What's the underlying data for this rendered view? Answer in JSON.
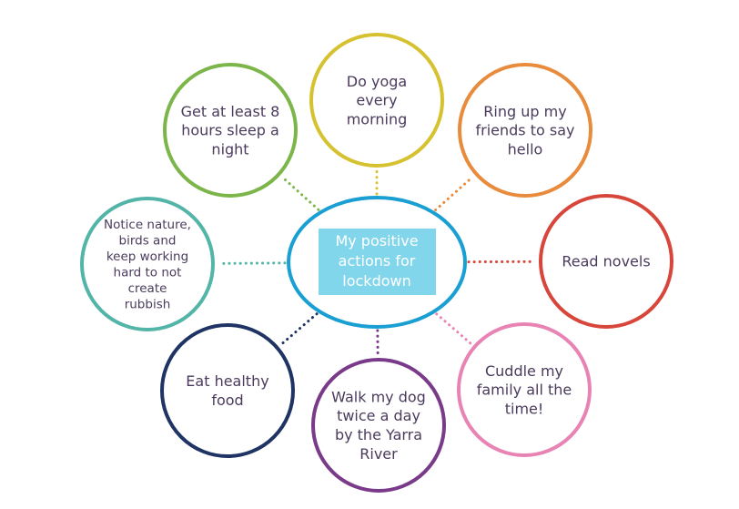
{
  "center": {
    "lines": [
      "My positive",
      "actions for",
      "lockdown"
    ],
    "ring_color": "#1a9fd3",
    "box_color": "#82d6ec",
    "text_color": "#ffffff"
  },
  "nodes": [
    {
      "id": "yoga",
      "lines": [
        "Do yoga",
        "every",
        "morning"
      ],
      "color": "#d6c230"
    },
    {
      "id": "ring-friends",
      "lines": [
        "Ring up my",
        "friends to say",
        "hello"
      ],
      "color": "#e98b3c"
    },
    {
      "id": "read",
      "lines": [
        "Read novels"
      ],
      "color": "#d8453a"
    },
    {
      "id": "cuddle",
      "lines": [
        "Cuddle my",
        "family all the",
        "time!"
      ],
      "color": "#e883b3"
    },
    {
      "id": "walk-dog",
      "lines": [
        "Walk my dog",
        "twice a day",
        "by the Yarra",
        "River"
      ],
      "color": "#7a3a8a"
    },
    {
      "id": "eat-healthy",
      "lines": [
        "Eat healthy",
        "food"
      ],
      "color": "#1f3464"
    },
    {
      "id": "notice-nature",
      "lines": [
        "Notice nature,",
        "birds and",
        "keep working",
        "hard to not",
        "create",
        "rubbish"
      ],
      "color": "#52b5a7"
    },
    {
      "id": "sleep",
      "lines": [
        "Get at least 8",
        "hours sleep a",
        "night"
      ],
      "color": "#7cb64a"
    }
  ]
}
